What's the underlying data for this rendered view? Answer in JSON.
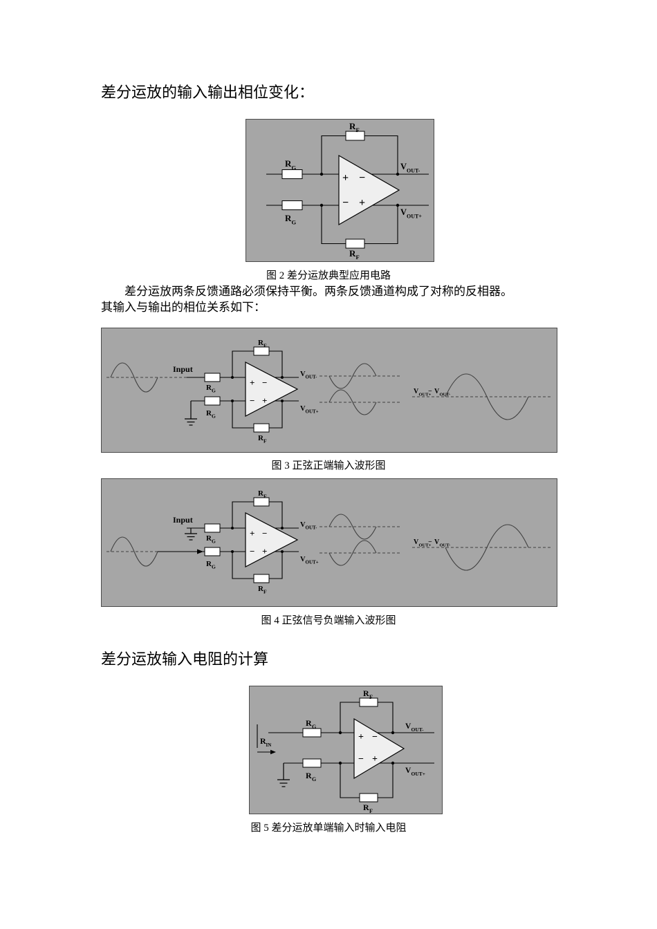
{
  "doc": {
    "heading1": "差分运放的输入输出相位变化：",
    "paragraph": "差分运放两条反馈通路必须保持平衡。两条反馈通道构成了对称的反相器。其输入与输出的相位关系如下：",
    "heading2": "差分运放输入电阻的计算"
  },
  "captions": {
    "fig2": "图 2  差分运放典型应用电路",
    "fig3": "图 3  正弦正端输入波形图",
    "fig4": "图 4  正弦信号负端输入波形图",
    "fig5": "图 5  差分运放单端输入时输入电阻"
  },
  "sym": {
    "r": "R",
    "f": "F",
    "g": "G",
    "in": "IN",
    "v": "V",
    "out_minus": "OUT-",
    "out_plus": "OUT+",
    "plus": "+",
    "minus": "−",
    "input": "Input"
  },
  "colors": {
    "panel_bg": "#a6a6a6",
    "opamp_fill": "#efefef",
    "resistor_fill": "#ffffff",
    "wire": "#000000",
    "waveform": "#404040"
  }
}
